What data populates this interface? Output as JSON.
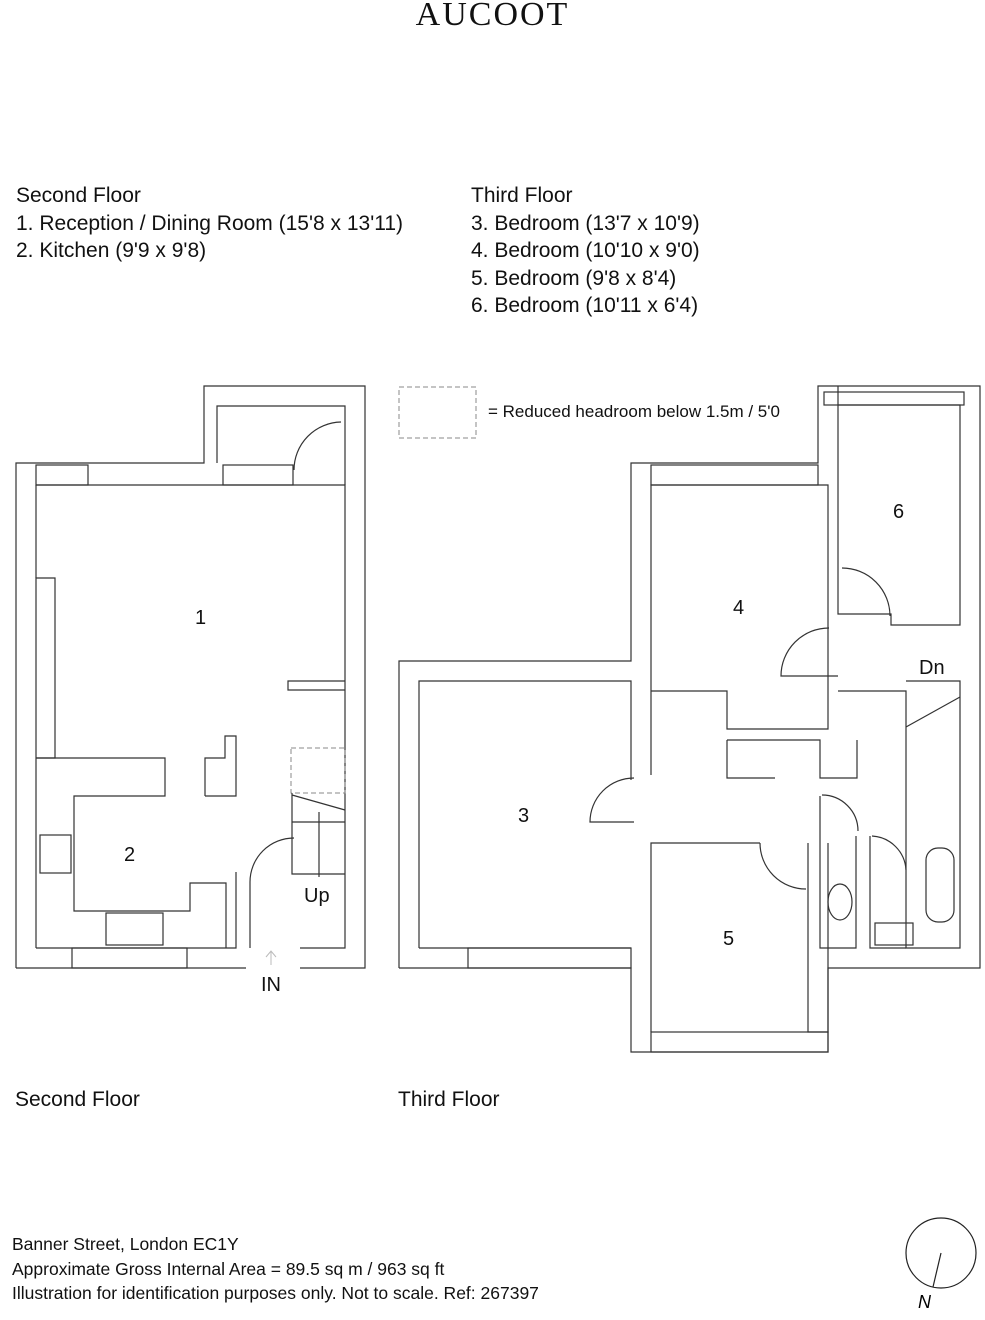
{
  "brand": "AUCOOT",
  "schedule": {
    "second_floor": {
      "heading": "Second Floor",
      "rooms": [
        "1. Reception / Dining Room (15'8 x 13'11)",
        "2. Kitchen (9'9 x 9'8)"
      ]
    },
    "third_floor": {
      "heading": "Third Floor",
      "rooms": [
        "3. Bedroom (13'7 x 10'9)",
        "4. Bedroom (10'10 x 9'0)",
        "5. Bedroom (9'8 x 8'4)",
        "6. Bedroom (10'11 x 6'4)"
      ]
    }
  },
  "key": {
    "reduced_headroom": "= Reduced headroom below 1.5m / 5'0"
  },
  "plan_labels": {
    "room1": "1",
    "room2": "2",
    "room3": "3",
    "room4": "4",
    "room5": "5",
    "room6": "6",
    "up": "Up",
    "down": "Dn",
    "entrance": "IN"
  },
  "captions": {
    "second_floor": "Second Floor",
    "third_floor": "Third Floor"
  },
  "footer": {
    "address": "Banner Street, London EC1Y",
    "area": "Approximate Gross Internal Area = 89.5 sq m / 963 sq ft",
    "disclaimer": "Illustration for identification purposes only. Not to scale. Ref: 267397"
  },
  "compass": {
    "north_label": "N"
  }
}
